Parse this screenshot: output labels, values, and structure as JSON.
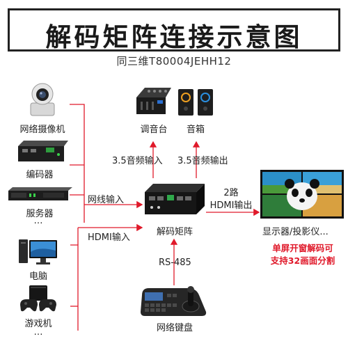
{
  "title": "解码矩阵连接示意图",
  "model": "同三维T80004JEHH12",
  "inputs": {
    "camera": "网络摄像机",
    "encoder": "编码器",
    "server": "服务器",
    "ellipsis_top": "…",
    "pc": "电脑",
    "game": "游戏机",
    "ellipsis_bottom": "…"
  },
  "links": {
    "network_input": "网线输入",
    "hdmi_input": "HDMI输入",
    "audio_in": "3.5音频输入",
    "audio_out": "3.5音频输出",
    "hdmi_out_line1": "2路",
    "hdmi_out_line2": "HDMI输出",
    "rs485": "RS-485"
  },
  "devices": {
    "mixer": "调音台",
    "speaker": "音箱",
    "matrix": "解码矩阵",
    "display": "显示器/投影仪...",
    "keyboard": "网络键盘"
  },
  "feature": {
    "line1": "单屏开窗解码可",
    "line2": "支持32画面分割"
  },
  "colors": {
    "link": "#e0192a",
    "frame": "#222222"
  }
}
